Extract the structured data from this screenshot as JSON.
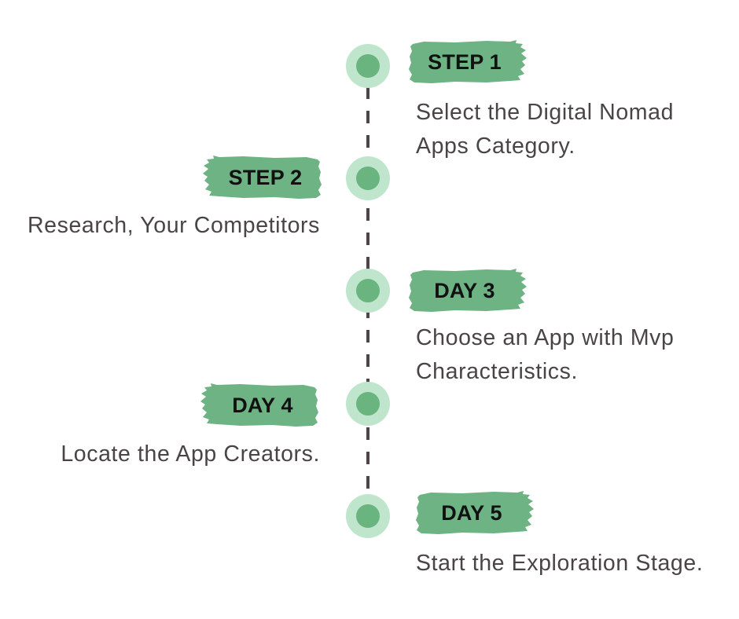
{
  "colors": {
    "background": "#ffffff",
    "node_outer": "#bfe6cc",
    "node_inner": "#6ab47f",
    "brush": "#6db383",
    "connector": "#4f4448",
    "label_text": "#111111",
    "description_text": "#4a4446"
  },
  "timeline": {
    "steps": [
      {
        "label": "STEP 1",
        "side": "right",
        "description_lines": [
          "Select the Digital Nomad",
          "Apps Category."
        ]
      },
      {
        "label": "STEP 2",
        "side": "left",
        "description_lines": [
          "Research, Your Competitors"
        ]
      },
      {
        "label": "DAY 3",
        "side": "right",
        "description_lines": [
          "Choose an App with Mvp",
          "Characteristics."
        ]
      },
      {
        "label": "DAY 4",
        "side": "left",
        "description_lines": [
          "Locate the App Creators."
        ]
      },
      {
        "label": "DAY 5",
        "side": "right",
        "description_lines": [
          "Start the Exploration Stage."
        ]
      }
    ]
  }
}
